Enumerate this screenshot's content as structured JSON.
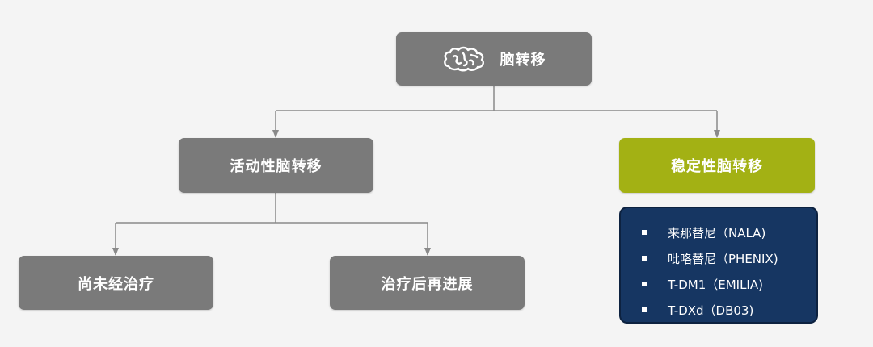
{
  "root": {
    "label": "脑转移",
    "icon": "brain-icon"
  },
  "branches": {
    "active": {
      "label": "活动性脑转移"
    },
    "stable": {
      "label": "稳定性脑转移"
    }
  },
  "leaves": {
    "untreated": {
      "label": "尚未经治疗"
    },
    "progressed": {
      "label": "治疗后再进展"
    }
  },
  "trials": {
    "items": [
      "来那替尼（NALA)",
      "吡咯替尼（PHENIX)",
      "T-DM1（EMILIA)",
      "T-DXd（DB03)"
    ]
  },
  "colors": {
    "gray_box": "#7a7a7a",
    "green_box": "#a3b114",
    "navy_box": "#163662",
    "connector": "#888888"
  }
}
